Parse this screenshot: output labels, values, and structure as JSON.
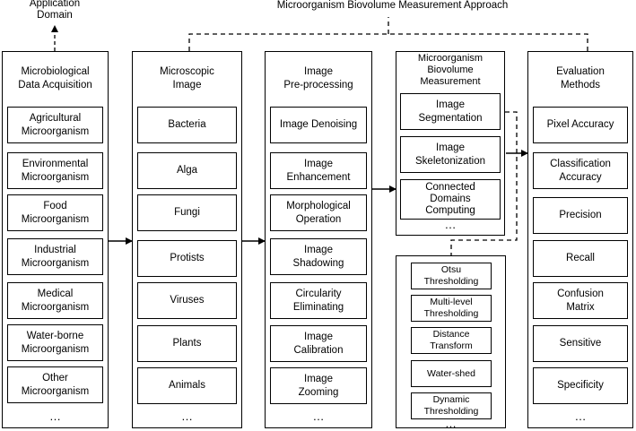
{
  "top_label": "Microorganism Biovolume Measurement Approach",
  "app_domain_label": "Application\nDomain",
  "ellipsis": "…",
  "columns": [
    {
      "title": "Microbiological\nData Acquisition",
      "items": [
        "Agricultural\nMicroorganism",
        "Environmental\nMicroorganism",
        "Food\nMicroorganism",
        "Industrial\nMicroorganism",
        "Medical\nMicroorganism",
        "Water-borne\nMicroorganism",
        "Other\nMicroorganism"
      ]
    },
    {
      "title": "Microscopic\nImage",
      "items": [
        "Bacteria",
        "Alga",
        "Fungi",
        "Protists",
        "Viruses",
        "Plants",
        "Animals"
      ]
    },
    {
      "title": "Image\nPre-processing",
      "items": [
        "Image Denoising",
        "Image\nEnhancement",
        "Morphological\nOperation",
        "Image\nShadowing",
        "Circularity\nEliminating",
        "Image\nCalibration",
        "Image\nZooming"
      ]
    },
    {
      "title": "Microorganism\nBiovolume\nMeasurement",
      "items": [
        "Image\nSegmentation",
        "Image\nSkeletonization",
        "Connected\nDomains\nComputing"
      ]
    },
    {
      "title": "Evaluation\nMethods",
      "items": [
        "Pixel Accuracy",
        "Classification\nAccuracy",
        "Precision",
        "Recall",
        "Confusion\nMatrix",
        "Sensitive",
        "Specificity"
      ]
    }
  ],
  "segmentation_methods": {
    "items": [
      "Otsu\nThresholding",
      "Multi-level\nThresholding",
      "Distance\nTransform",
      "Water-shed",
      "Dynamic\nThresholding"
    ]
  }
}
